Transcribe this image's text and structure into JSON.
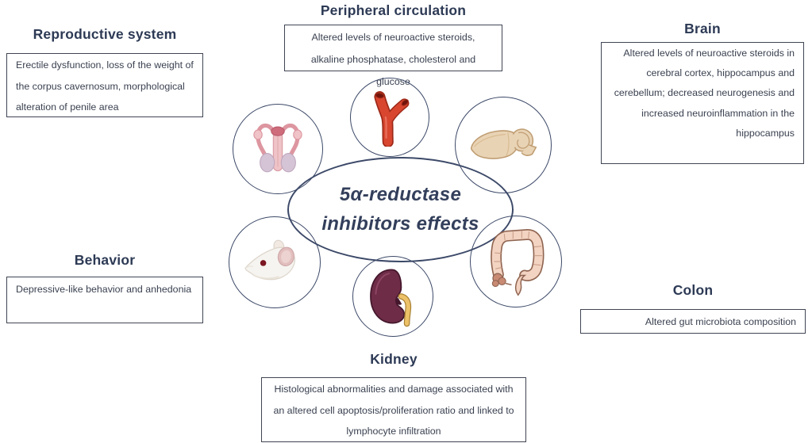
{
  "figure": {
    "center": {
      "line1": "5α-reductase",
      "line2": "inhibitors effects"
    },
    "sections": {
      "reproductive": {
        "title": "Reproductive system",
        "body": "Erectile dysfunction, loss of the weight of the corpus cavernosum, morphological alteration of penile area"
      },
      "peripheral": {
        "title": "Peripheral circulation",
        "body": "Altered levels of neuroactive steroids, alkaline phosphatase, cholesterol and glucose"
      },
      "brain": {
        "title": "Brain",
        "body": "Altered levels of neuroactive steroids in cerebral cortex, hippocampus and cerebellum; decreased neurogenesis and increased neuroinflammation in the hippocampus"
      },
      "behavior": {
        "title": "Behavior",
        "body": "Depressive-like behavior  and anhedonia"
      },
      "colon": {
        "title": "Colon",
        "body": "Altered gut microbiota composition"
      },
      "kidney": {
        "title": "Kidney",
        "body": "Histological abnormalities and damage associated with an altered cell apoptosis/proliferation ratio and linked to lymphocyte infiltration"
      }
    },
    "icons": [
      {
        "name": "male-reproductive-system-icon"
      },
      {
        "name": "artery-icon"
      },
      {
        "name": "rat-brain-icon"
      },
      {
        "name": "white-mouse-icon"
      },
      {
        "name": "kidney-icon"
      },
      {
        "name": "colon-icon"
      }
    ],
    "colors": {
      "title_navy": "#2d3a55",
      "outline_navy": "#3c4968",
      "box_border": "#3f4553",
      "body_text": "#3a4150",
      "artery_red": "#d84630",
      "kidney_maroon": "#6e2c47",
      "ureter_yellow": "#ecc168",
      "brain_tan": "#e9d3b5",
      "colon_pink": "#f3d3c2",
      "repro_pink": "#dd96a0",
      "mouse_white": "#f6f4f0"
    }
  }
}
